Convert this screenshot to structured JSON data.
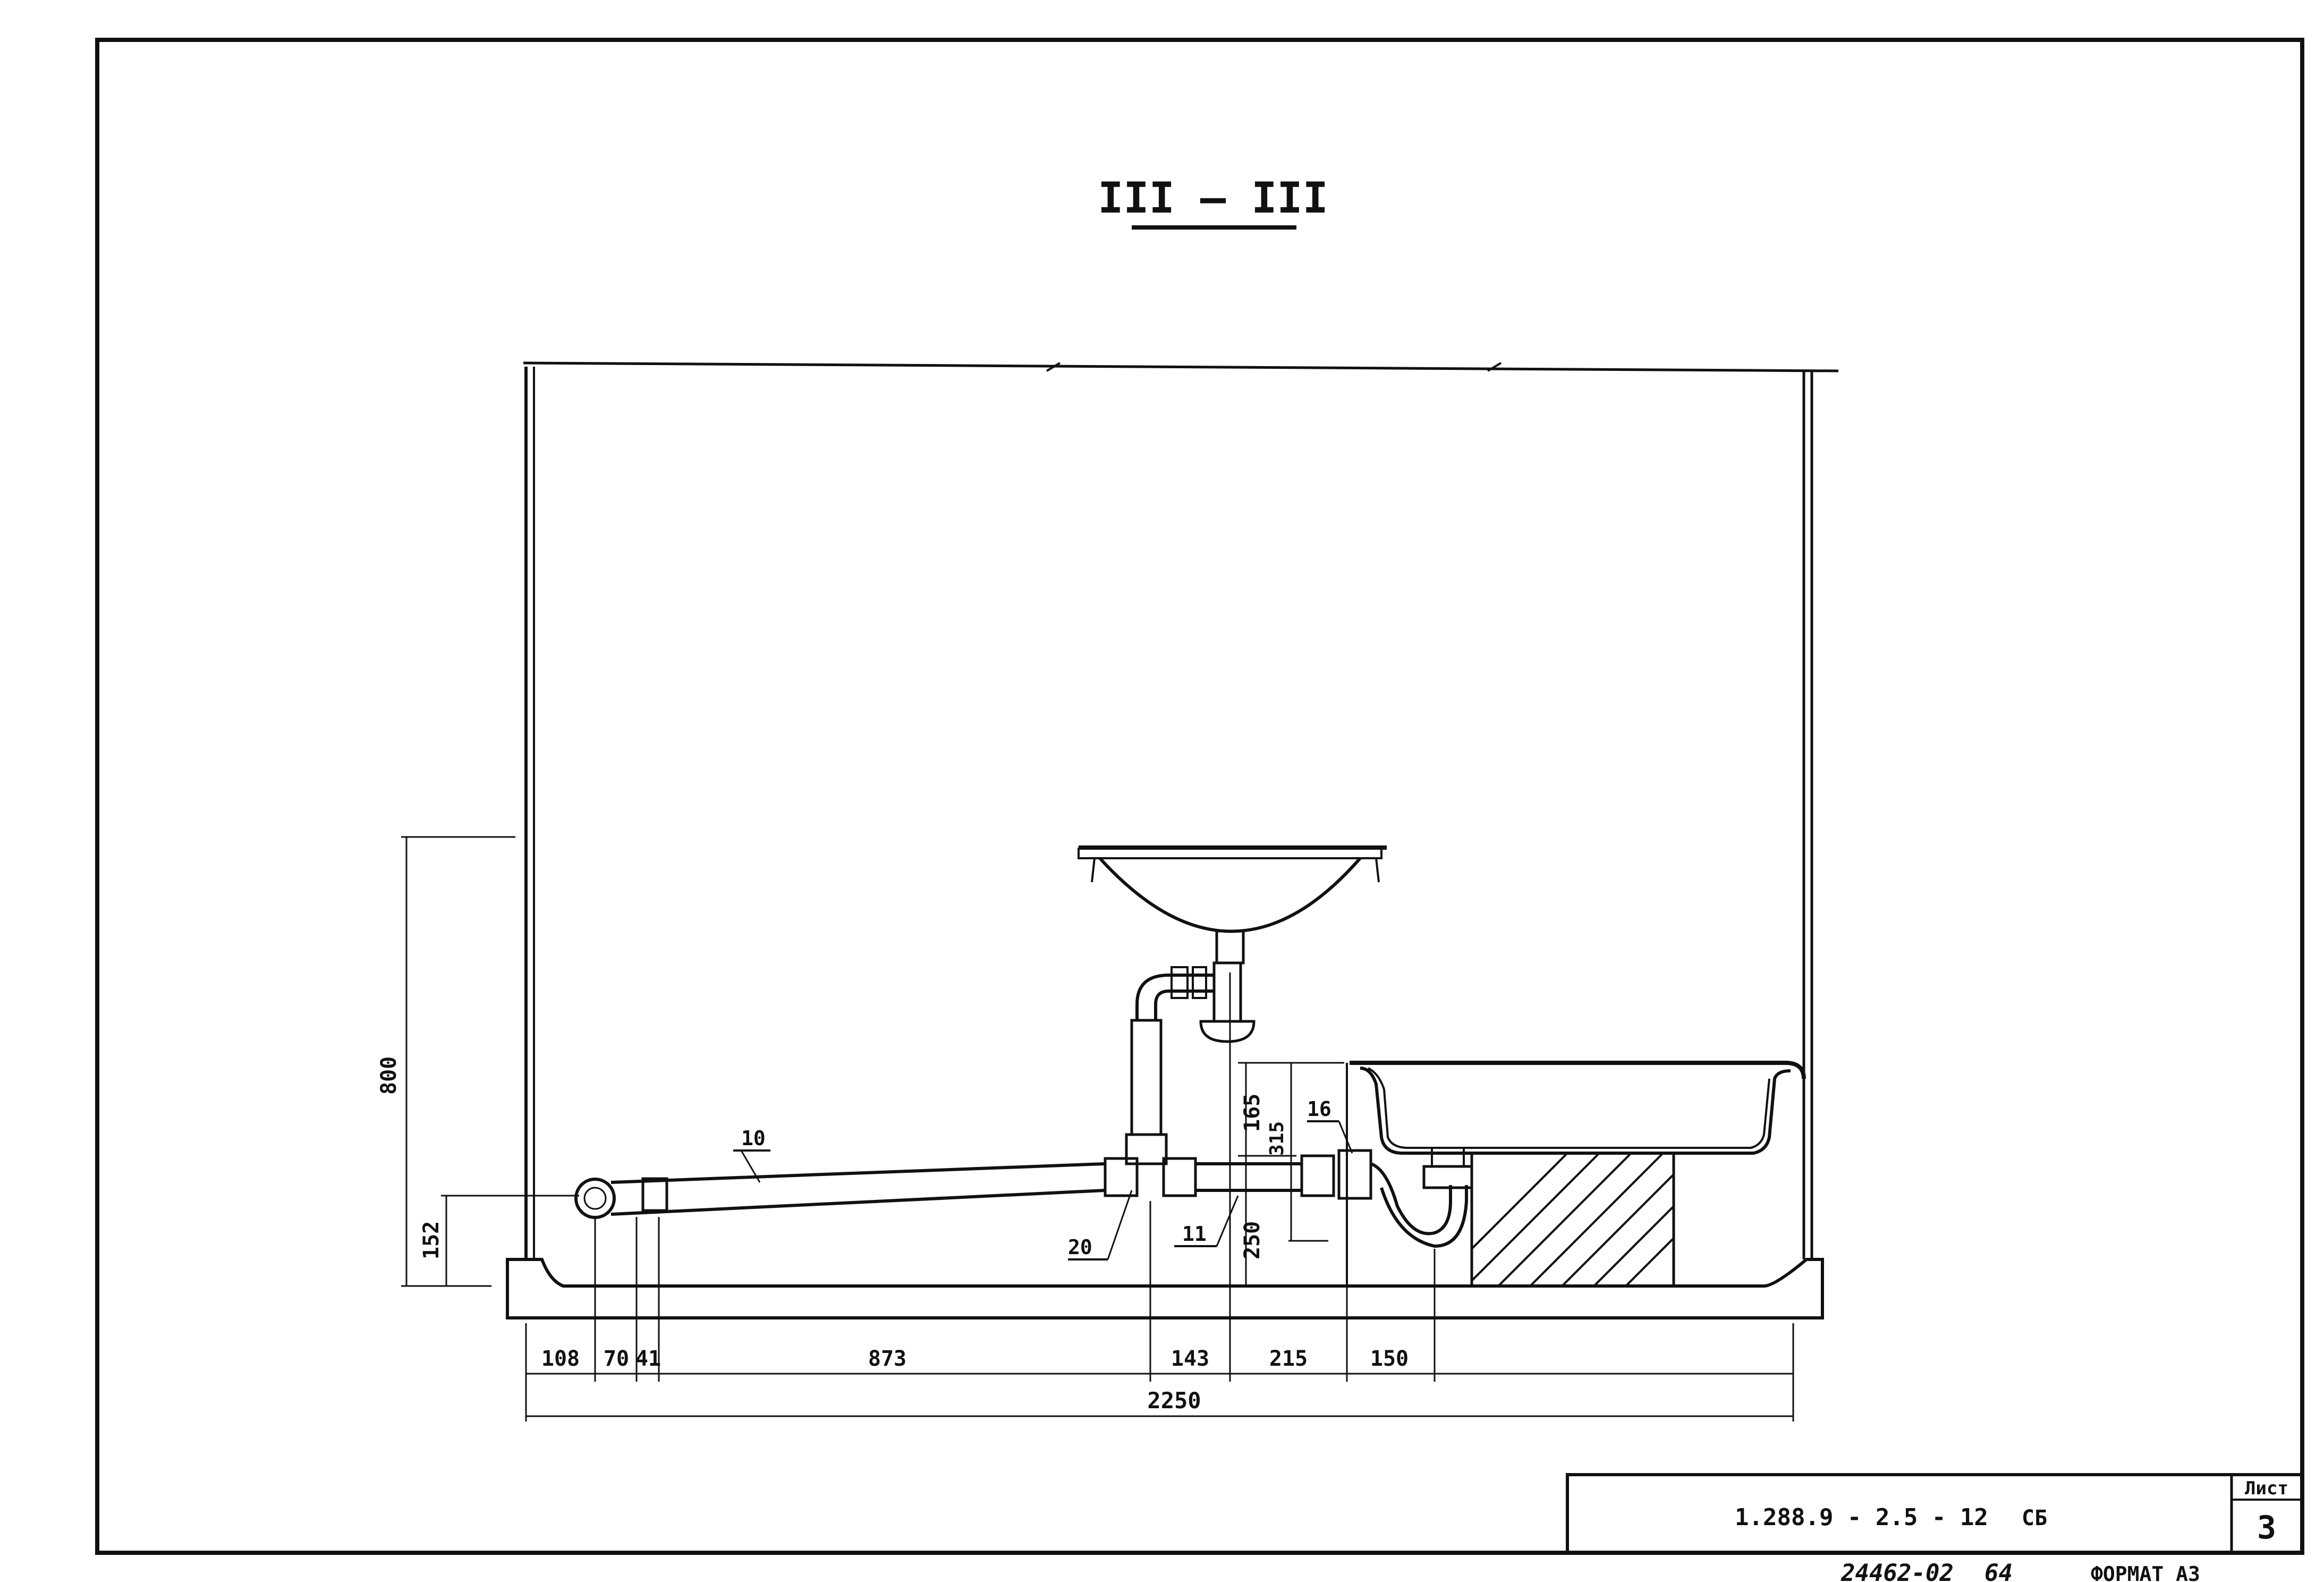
{
  "section_label": "III – III",
  "dimensions": {
    "bottom": [
      "108",
      "70",
      "41",
      "873",
      "143",
      "215",
      "150"
    ],
    "overall": "2250",
    "left_height": "800",
    "left_pipe": "152",
    "right_top": "165",
    "right_mid": "315",
    "right_bottom": "250"
  },
  "callouts": {
    "pipe": "10",
    "tee": "20",
    "coupling": "11",
    "trap": "16"
  },
  "title_block": {
    "code": "1.288.9 - 2.5 - 12",
    "suffix": "СБ",
    "sheet_label": "Лист",
    "sheet_number": "3"
  },
  "footer": {
    "inventory": "24462-02",
    "page": "64",
    "format": "ФОРМАТ А3"
  }
}
